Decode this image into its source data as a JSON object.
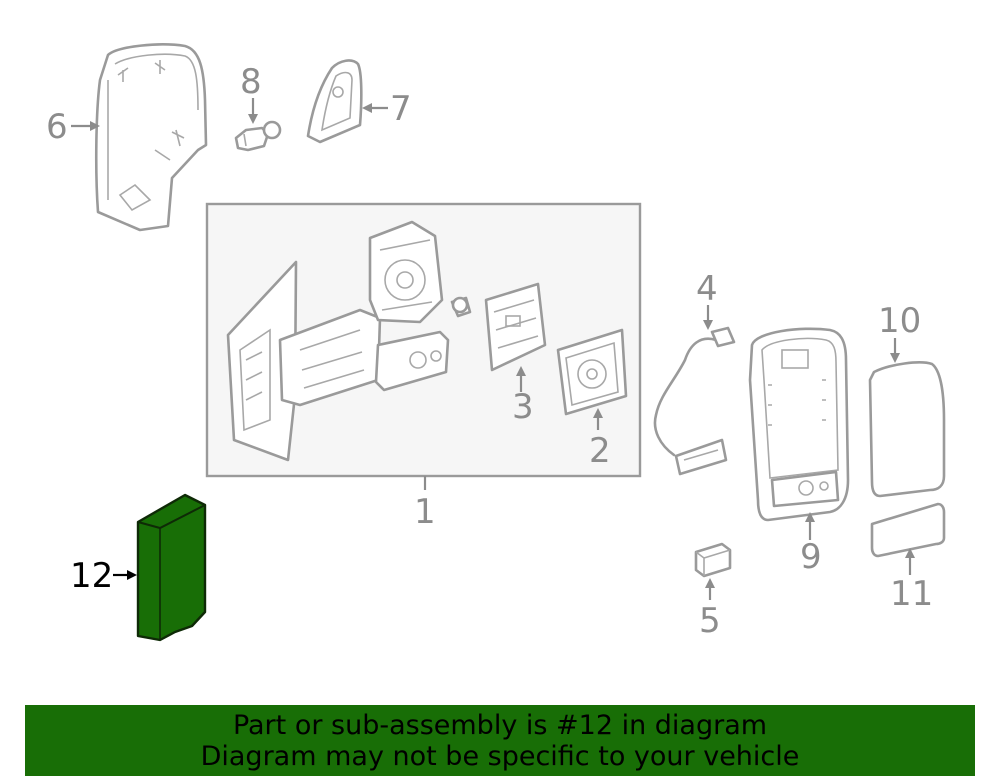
{
  "diagram": {
    "callouts": {
      "c1": "1",
      "c2": "2",
      "c3": "3",
      "c4": "4",
      "c5": "5",
      "c6": "6",
      "c7": "7",
      "c8": "8",
      "c9": "9",
      "c10": "10",
      "c11": "11",
      "c12": "12"
    },
    "highlighted_part": "12",
    "colors": {
      "line_art": "#9a9a9a",
      "assembly_box_fill": "#f6f6f6",
      "highlight_fill": "#186e06",
      "banner_background": "#186e06"
    }
  },
  "banner": {
    "line1": "Part or sub-assembly is #12 in diagram",
    "line2": "Diagram may not be specific to your vehicle"
  }
}
